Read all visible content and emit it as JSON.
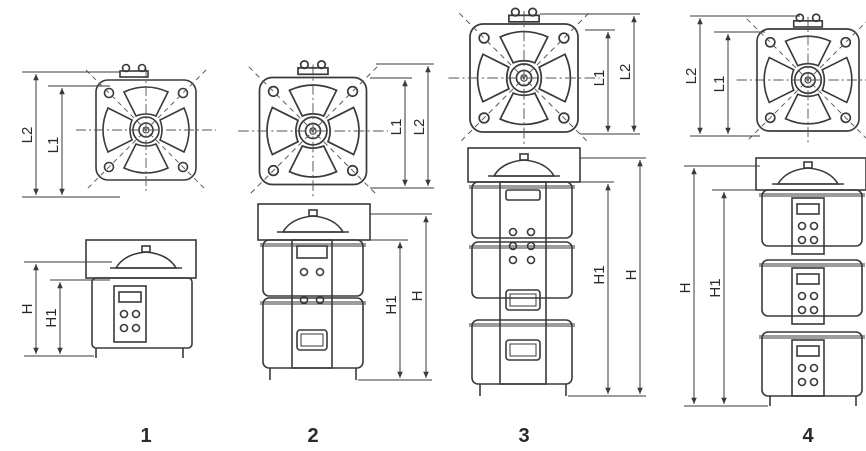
{
  "figure": {
    "units": [
      {
        "number": "1",
        "labels": {
          "L2": "L2",
          "L1": "L1",
          "H": "H",
          "H1": "H1"
        }
      },
      {
        "number": "2",
        "labels": {
          "L1": "L1",
          "L2": "L2",
          "H1": "H1",
          "H": "H"
        }
      },
      {
        "number": "3",
        "labels": {
          "L1": "L1",
          "L2": "L2",
          "H1": "H1",
          "H": "H"
        }
      },
      {
        "number": "4",
        "labels": {
          "L2": "L2",
          "L1": "L1",
          "H": "H",
          "H1": "H1"
        }
      }
    ]
  }
}
